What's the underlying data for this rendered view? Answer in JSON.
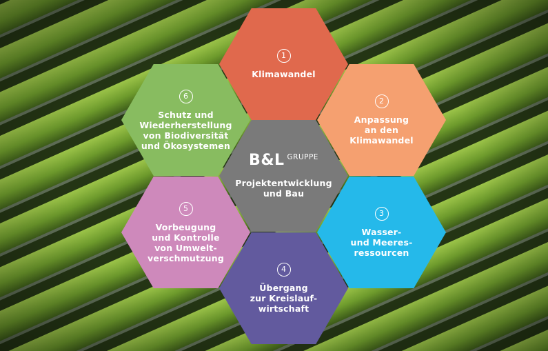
{
  "colors": {
    "klimawandel": "#e0694d",
    "anpassung": "#f5a070",
    "wasser": "#25b9ea",
    "uebergang": "#625a9e",
    "vorbeugung": "#ce89bb",
    "schutz": "#88bc60",
    "center": "#7a7a7a"
  },
  "center": {
    "logo_main": "B&L",
    "logo_sub": "GRUPPE",
    "label": "Projektentwicklung\nund Bau"
  },
  "goals": [
    {
      "number": "1",
      "label": "Klimawandel"
    },
    {
      "number": "2",
      "label": "Anpassung\nan den\nKlimawandel"
    },
    {
      "number": "3",
      "label": "Wasser-\nund Meeres-\nressourcen"
    },
    {
      "number": "4",
      "label": "Übergang\nzur Kreislauf-\nwirtschaft"
    },
    {
      "number": "5",
      "label": "Vorbeugung\nund Kontrolle\nvon Umwelt-\nverschmutzung"
    },
    {
      "number": "6",
      "label": "Schutz und\nWiederherstellung\nvon Biodiversität\nund Ökosystemen"
    }
  ]
}
